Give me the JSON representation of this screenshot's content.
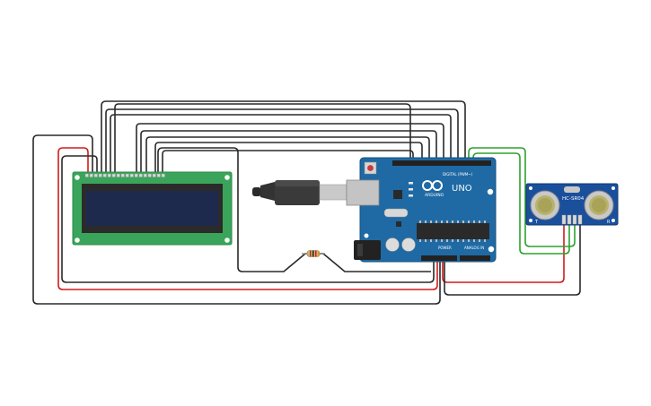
{
  "arduino": {
    "logo_text": "ARDUINO",
    "model": "UNO",
    "digital_label": "DIGITAL (PWM~)",
    "power_label": "POWER",
    "analog_label": "ANALOG IN"
  },
  "sensor": {
    "model": "HC-SR04",
    "pin_t": "T",
    "pin_r": "R"
  },
  "colors": {
    "wire_black": "#2a2a2a",
    "wire_red": "#d11c1c",
    "wire_green": "#2ea12e",
    "lcd_board": "#3aa55a",
    "lcd_screen": "#1e2a4d",
    "arduino_board": "#1f6aa4",
    "sensor_board": "#1a4f9c"
  },
  "icons": [
    "usb-cable-icon",
    "resistor-icon",
    "reset-button-icon",
    "power-jack-icon"
  ]
}
